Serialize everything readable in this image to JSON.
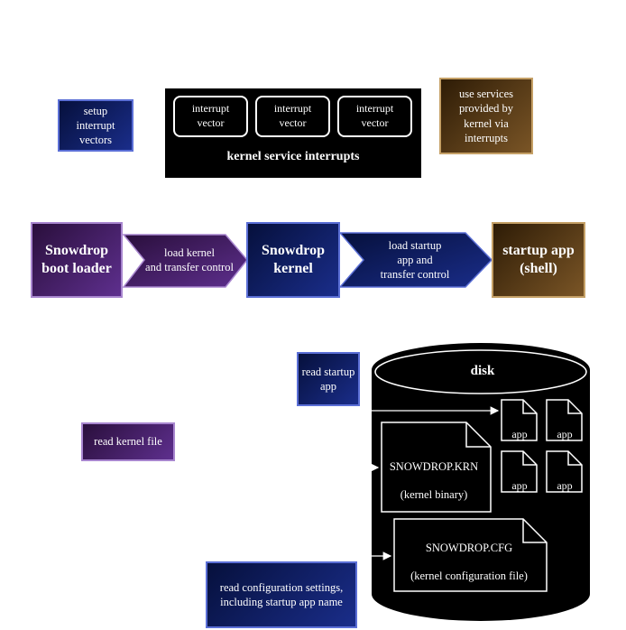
{
  "top": {
    "setup_box": "setup\ninterrupt\nvectors",
    "service_panel_title": "kernel service interrupts",
    "vectors": [
      "interrupt\nvector",
      "interrupt\nvector",
      "interrupt\nvector"
    ],
    "use_services_box": "use services\nprovided by\nkernel via\ninterrupts"
  },
  "flow": {
    "boot_loader": "Snowdrop\nboot loader",
    "arrow1": "load kernel\nand transfer control",
    "kernel": "Snowdrop\nkernel",
    "arrow2": "load startup\napp and\ntransfer control",
    "startup_app": "startup app\n(shell)"
  },
  "bottom": {
    "read_kernel": "read kernel file",
    "read_startup": "read startup\napp",
    "read_config": "read configuration settings,\nincluding startup app name"
  },
  "disk": {
    "title": "disk",
    "apps": [
      "app",
      "app",
      "app",
      "app"
    ],
    "krn_name": "SNOWDROP.KRN",
    "krn_desc": "(kernel binary)",
    "cfg_name": "SNOWDROP.CFG",
    "cfg_desc": "(kernel configuration file)"
  },
  "colors": {
    "navy": "#1a2d8a",
    "purple": "#5e2f8e",
    "brown": "#7a5526",
    "black": "#000000"
  }
}
